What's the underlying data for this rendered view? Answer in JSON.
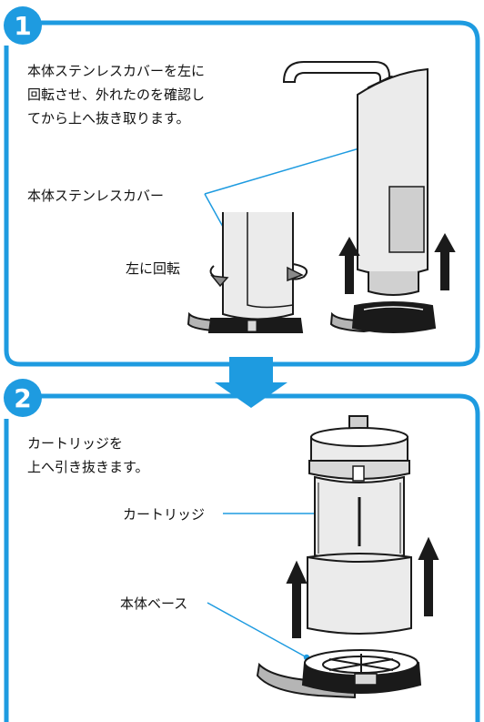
{
  "colors": {
    "accent": "#1e9be0",
    "text": "#111111",
    "line": "#1a1a1a",
    "gray_light": "#ebebeb",
    "gray_mid": "#cfcfcf",
    "gray_dark": "#8a8a8a"
  },
  "step1": {
    "number": "1",
    "instruction_lines": [
      "本体ステンレスカバーを左に",
      "回転させ、外れたのを確認し",
      "てから上へ抜き取ります。"
    ],
    "label_cover": "本体ステンレスカバー",
    "label_rotate": "左に回転"
  },
  "step2": {
    "number": "2",
    "instruction_lines": [
      "カートリッジを",
      "上へ引き抜きます。"
    ],
    "label_cartridge": "カートリッジ",
    "label_base": "本体ベース"
  }
}
